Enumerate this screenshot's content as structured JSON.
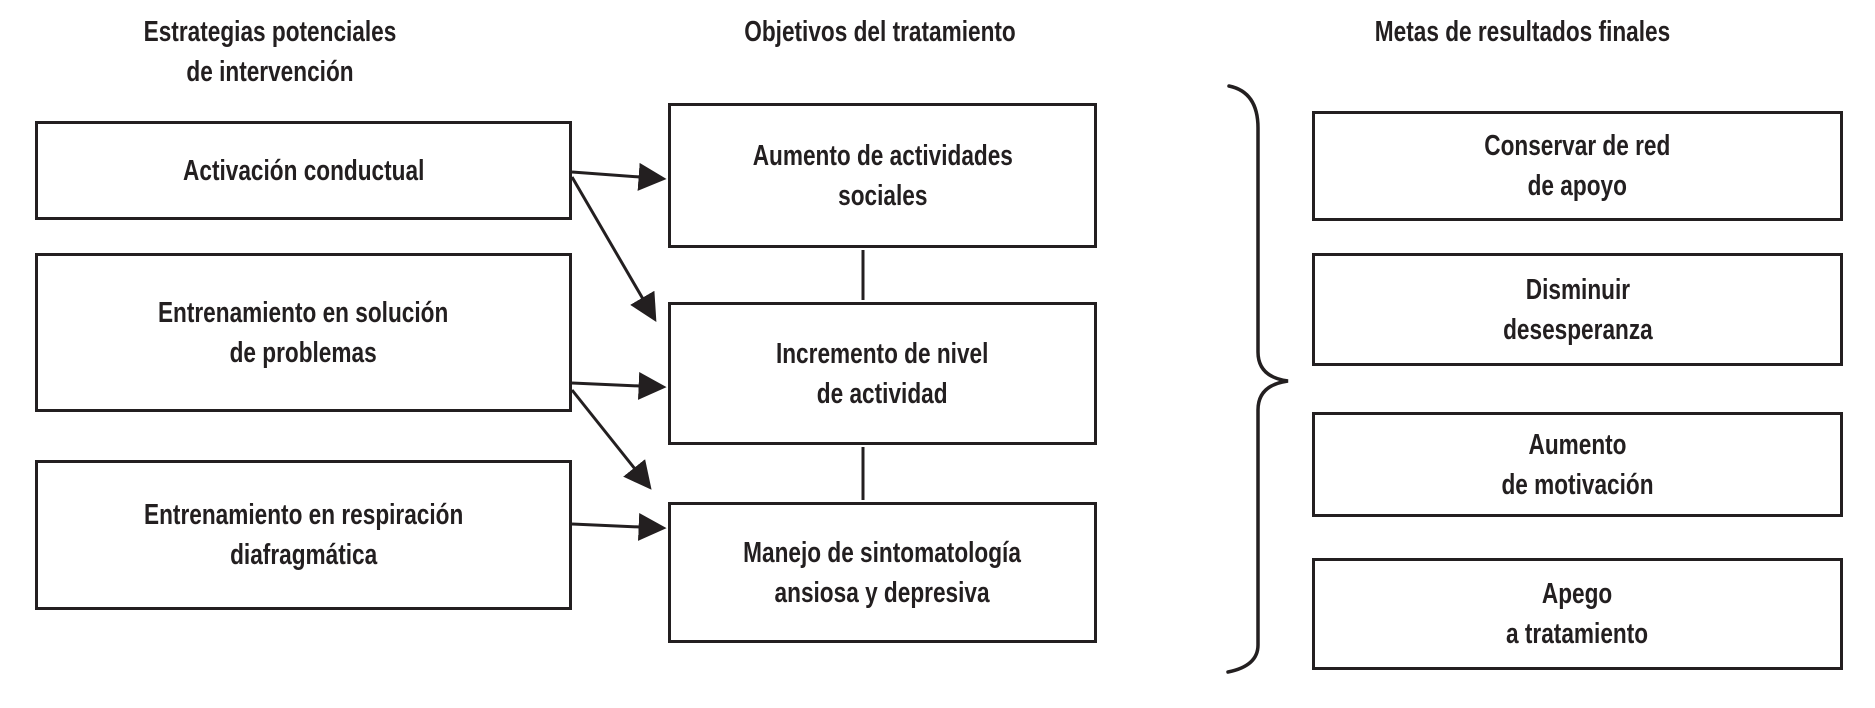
{
  "figure": {
    "type": "flow-diagram",
    "ink_color": "#231f20",
    "background_color": "#ffffff"
  },
  "columns": [
    {
      "id": "estrategias",
      "header_lines": [
        "Estrategias potenciales",
        "de intervención"
      ],
      "boxes": [
        {
          "lines": [
            "Activación conductual"
          ]
        },
        {
          "lines": [
            "Entrenamiento en solución",
            "de problemas"
          ]
        },
        {
          "lines": [
            "Entrenamiento en respiración",
            "diafragmática"
          ]
        }
      ]
    },
    {
      "id": "objetivos",
      "header_lines": [
        "Objetivos del tratamiento"
      ],
      "boxes": [
        {
          "lines": [
            "Aumento de actividades",
            "sociales"
          ]
        },
        {
          "lines": [
            "Incremento de nivel",
            "de actividad"
          ]
        },
        {
          "lines": [
            "Manejo de sintomatología",
            "ansiosa y depresiva"
          ]
        }
      ]
    },
    {
      "id": "metas",
      "header_lines": [
        "Metas de resultados finales"
      ],
      "boxes": [
        {
          "lines": [
            "Conservar de red",
            "de apoyo"
          ]
        },
        {
          "lines": [
            "Disminuir",
            "desesperanza"
          ]
        },
        {
          "lines": [
            "Aumento",
            "de motivación"
          ]
        },
        {
          "lines": [
            "Apego",
            "a tratamiento"
          ]
        }
      ]
    }
  ],
  "connections": [
    {
      "from": "Activación conductual",
      "to": "Aumento de actividades sociales",
      "type": "arrow"
    },
    {
      "from": "Activación conductual",
      "to": "Incremento de nivel de actividad",
      "type": "arrow"
    },
    {
      "from": "Entrenamiento en solución de problemas",
      "to": "Incremento de nivel de actividad",
      "type": "arrow"
    },
    {
      "from": "Entrenamiento en solución de problemas",
      "to": "Manejo de sintomatología ansiosa y depresiva",
      "type": "arrow"
    },
    {
      "from": "Entrenamiento en respiración diafragmática",
      "to": "Manejo de sintomatología ansiosa y depresiva",
      "type": "arrow"
    },
    {
      "from": "Aumento de actividades sociales",
      "to": "Incremento de nivel de actividad",
      "type": "plain-line"
    },
    {
      "from": "Incremento de nivel de actividad",
      "to": "Manejo de sintomatología ansiosa y depresiva",
      "type": "plain-line"
    },
    {
      "from": "Objetivos del tratamiento (todos)",
      "to": "Metas de resultados finales",
      "type": "curly-brace"
    }
  ]
}
